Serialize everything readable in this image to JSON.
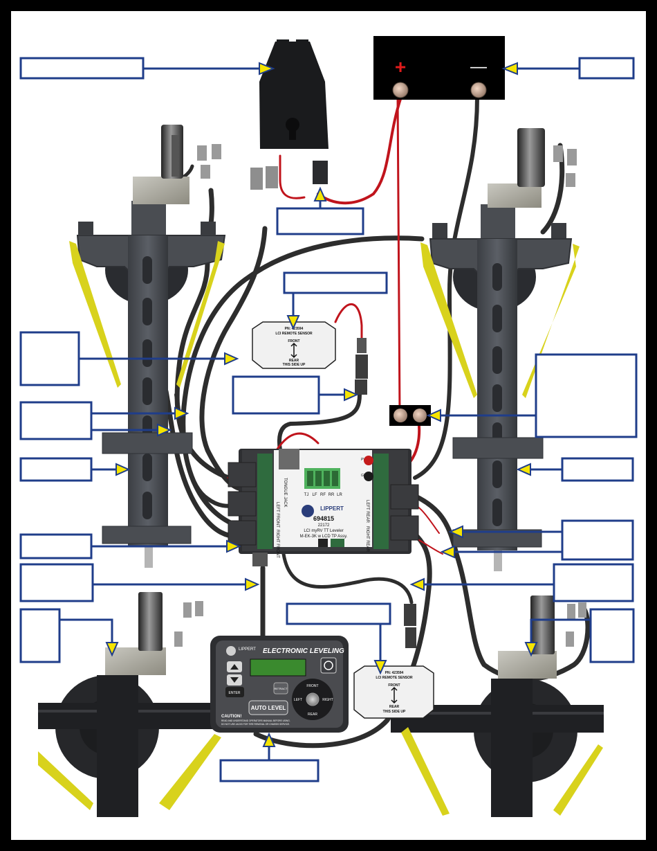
{
  "battery": {
    "positive_symbol": "+",
    "negative_symbol": "—"
  },
  "controller": {
    "brand": "LIPPERT",
    "part_number": "694815",
    "model_code": "22172",
    "model_name": "LCI myRV TT Leveler",
    "assembly": "M-EK-3K w LCD TP Assy.",
    "terminal_labels": [
      "TJ",
      "LF",
      "RF",
      "RR",
      "LR"
    ],
    "port_tongue_jack": "TONGUE JACK",
    "port_left_front": "LEFT FRONT",
    "port_right_front": "RIGHT FRONT",
    "port_left_rear": "LEFT REAR",
    "port_right_rear": "RIGHT REAR",
    "pwr_label": "PWR",
    "gnd_label": "GND"
  },
  "sensor": {
    "part_number": "PN: 423594",
    "name": "LCI REMOTE SENSOR",
    "front": "FRONT",
    "rear": "REAR",
    "side_up": "THIS SIDE UP"
  },
  "touchpad": {
    "brand": "LIPPERT",
    "title": "ELECTRONIC LEVELING",
    "enter": "ENTER",
    "retract": "RETRACT",
    "auto_level": "AUTO LEVEL",
    "front": "FRONT",
    "rear": "REAR",
    "left": "LEFT",
    "right": "RIGHT",
    "caution": "CAUTION!",
    "caution_line1": "READ AND UNDERSTAND OPERATORS MANUAL BEFORE USING.",
    "caution_line2": "DO NOT USE JACKS FOR TIRE REMOVAL OR CHASSIS SERVICE."
  },
  "callouts": [
    {
      "id": "touchpad-top",
      "label": ""
    },
    {
      "id": "battery-negative",
      "label": ""
    },
    {
      "id": "fuse",
      "label": ""
    },
    {
      "id": "remote-sensor",
      "label": ""
    },
    {
      "id": "left-stabilizer",
      "label": ""
    },
    {
      "id": "connector",
      "label": ""
    },
    {
      "id": "power-terminals",
      "label": ""
    },
    {
      "id": "left-jack-harness",
      "label": ""
    },
    {
      "id": "left-jack",
      "label": ""
    },
    {
      "id": "right-jack",
      "label": ""
    },
    {
      "id": "left-front-harness",
      "label": ""
    },
    {
      "id": "right-harness",
      "label": ""
    },
    {
      "id": "touchpad-cable",
      "label": ""
    },
    {
      "id": "sensor-cable",
      "label": ""
    },
    {
      "id": "tongue-motor",
      "label": ""
    },
    {
      "id": "rear-motor",
      "label": ""
    },
    {
      "id": "rear-sensor",
      "label": ""
    },
    {
      "id": "touchpad",
      "label": ""
    }
  ],
  "colors": {
    "background": "#ffffff",
    "border": "#000000",
    "callout_stroke": "#1f3d8a",
    "arrow_fill": "#f5e400",
    "jack_body": "#4a4d52",
    "stabilizer": "#d8d21c",
    "wire_red": "#c0141c",
    "wire_black": "#2d2d2d",
    "circuit_board": "#2f6b3e"
  }
}
